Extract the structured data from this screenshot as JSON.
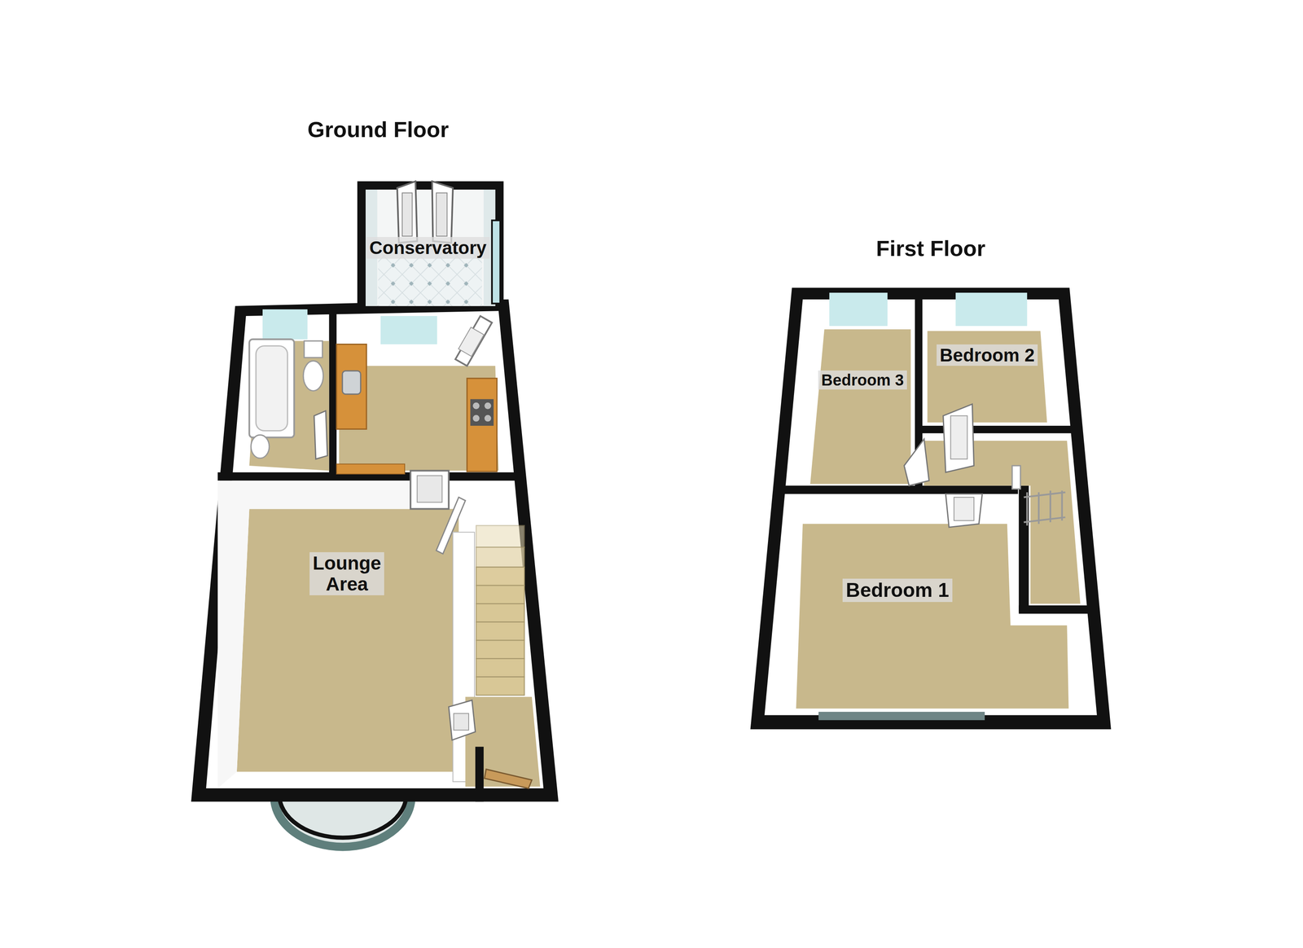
{
  "diagram": {
    "nodes": [
      {
        "text": [
          "Ground Floor"
        ]
      },
      {
        "text": [
          "Conservatory"
        ],
        "in": 0
      },
      {
        "text": [
          "Lounge Area"
        ],
        "in": 0
      },
      {
        "text": [
          "First Floor"
        ]
      },
      {
        "text": [
          "Bedroom 3"
        ],
        "in": 3
      },
      {
        "text": [
          "Bedroom 2"
        ],
        "in": 3
      },
      {
        "text": [
          "Bedroom 1"
        ],
        "in": 3
      }
    ]
  }
}
